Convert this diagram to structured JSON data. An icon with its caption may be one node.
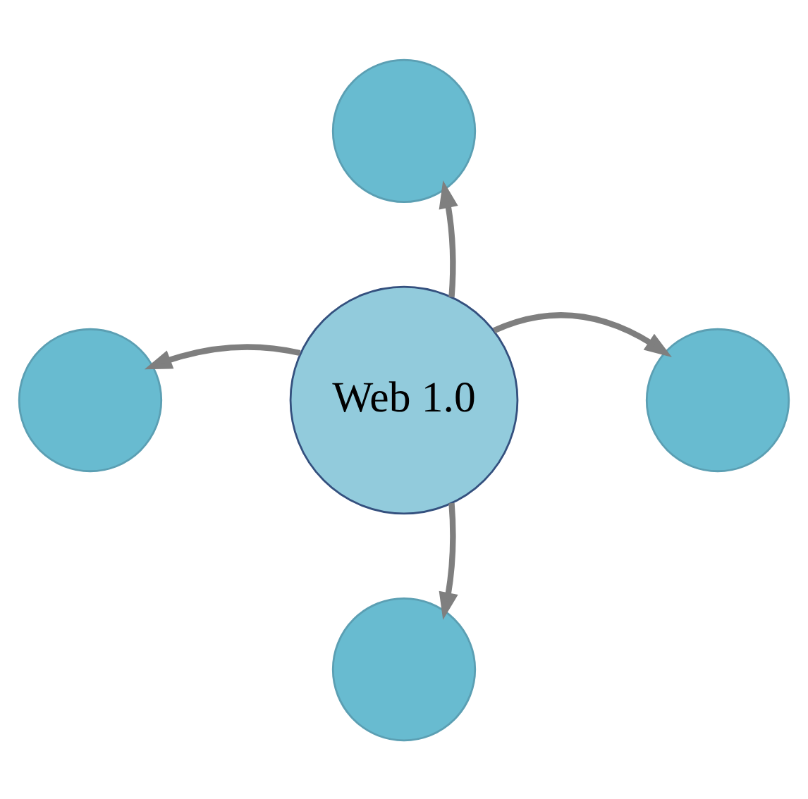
{
  "diagram": {
    "nodes": [
      {
        "text": [],
        "shape": "circle"
      },
      {
        "text": [],
        "shape": "circle"
      },
      {
        "text": [
          "Web 1.0"
        ]
      },
      {
        "text": [],
        "shape": "circle"
      },
      {
        "text": [],
        "shape": "circle"
      }
    ],
    "edges": [
      {
        "from": 2,
        "to": 0,
        "arrow": "to"
      },
      {
        "from": 2,
        "to": 1,
        "arrow": "to"
      },
      {
        "from": 2,
        "to": 3,
        "arrow": "to"
      },
      {
        "from": 2,
        "to": 4,
        "arrow": "to"
      }
    ]
  }
}
